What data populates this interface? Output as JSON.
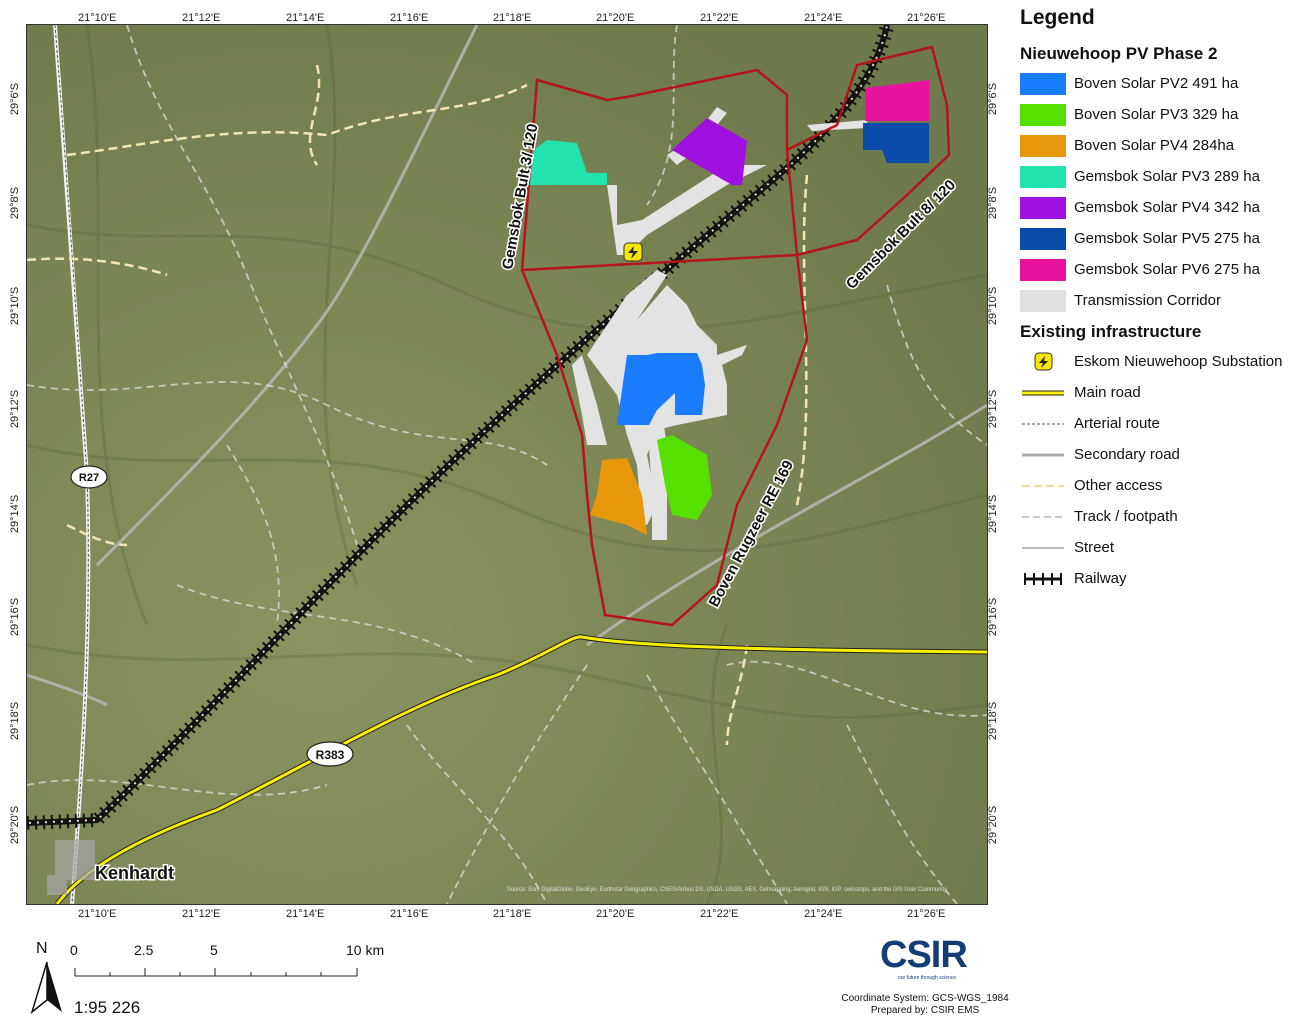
{
  "ticks": {
    "top": [
      "21°10'E",
      "21°12'E",
      "21°14'E",
      "21°16'E",
      "21°18'E",
      "21°20'E",
      "21°22'E",
      "21°24'E",
      "21°26'E"
    ],
    "left": [
      "29°6'S",
      "29°8'S",
      "29°10'S",
      "29°12'S",
      "29°14'S",
      "29°16'S",
      "29°18'S",
      "29°20'S"
    ]
  },
  "map_labels": {
    "parcel_1": "Gemsbok Bult 3/ 120",
    "parcel_2": "Gemsbok Bult 8/ 120",
    "parcel_3": "Boven Rugzeer RE 169",
    "town": "Kenhardt",
    "road_1": "R27",
    "road_2": "R383",
    "attribution": "Source: Esri, DigitalGlobe, GeoEye, Earthstar Geographics, CNES/Airbus DS, USDA, USGS, AEX, Getmapping, Aerogrid, IGN, IGP, swisstopo, and the GIS User Community"
  },
  "legend": {
    "title": "Legend",
    "group_1": "Nieuwehoop PV Phase 2",
    "group_2": "Existing infrastructure",
    "items_1": [
      {
        "label": "Boven Solar PV2 491 ha",
        "color": "#1a7cff"
      },
      {
        "label": "Boven Solar PV3 329 ha",
        "color": "#55e000"
      },
      {
        "label": "Boven Solar PV4 284ha",
        "color": "#e8960a"
      },
      {
        "label": "Gemsbok Solar PV3 289 ha",
        "color": "#22e3b0"
      },
      {
        "label": "Gemsbok Solar PV4 342 ha",
        "color": "#a010e0"
      },
      {
        "label": "Gemsbok Solar PV5 275 ha",
        "color": "#0a4aa8"
      },
      {
        "label": "Gemsbok Solar PV6 275 ha",
        "color": "#e8129c"
      },
      {
        "label": "Transmission Corridor",
        "color": "#e0e0e0"
      }
    ],
    "items_2": [
      {
        "label": "Eskom Nieuwehoop Substation"
      },
      {
        "label": "Main road"
      },
      {
        "label": "Arterial route"
      },
      {
        "label": "Secondary road"
      },
      {
        "label": "Other access"
      },
      {
        "label": "Track / footpath"
      },
      {
        "label": "Street"
      },
      {
        "label": "Railway"
      }
    ]
  },
  "scale": {
    "north": "N",
    "labels": [
      "0",
      "2.5",
      "5",
      "10 km"
    ],
    "ratio": "1:95 226"
  },
  "brand": {
    "logo": "CSIR",
    "tagline": "our future through science"
  },
  "credits": {
    "line_1": "Coordinate System: GCS-WGS_1984",
    "line_2": "Prepared by: CSIR EMS"
  }
}
